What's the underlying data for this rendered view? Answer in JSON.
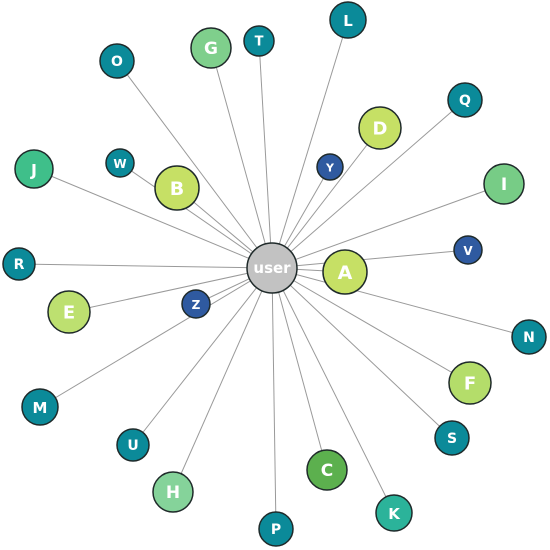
{
  "graph": {
    "center": {
      "label": "user",
      "color": "#c2c2c2"
    },
    "palette": {
      "teal": "#0b8a99",
      "navy": "#2f5aa0",
      "lime": "#c6e065",
      "green_light": "#7fcf8c",
      "green_mid": "#3fbf8a",
      "green_dark": "#5cb04e"
    },
    "nodes": [
      {
        "label": "A",
        "color": "#c6e065"
      },
      {
        "label": "B",
        "color": "#c6e065"
      },
      {
        "label": "C",
        "color": "#5cb04e"
      },
      {
        "label": "D",
        "color": "#c6e065"
      },
      {
        "label": "E",
        "color": "#bde070"
      },
      {
        "label": "F",
        "color": "#b4dd6a"
      },
      {
        "label": "G",
        "color": "#7fcf8c"
      },
      {
        "label": "H",
        "color": "#85d39a"
      },
      {
        "label": "I",
        "color": "#77cc86"
      },
      {
        "label": "J",
        "color": "#3fbf8a"
      },
      {
        "label": "K",
        "color": "#2bb39a"
      },
      {
        "label": "L",
        "color": "#0b8a99"
      },
      {
        "label": "M",
        "color": "#0b8a99"
      },
      {
        "label": "N",
        "color": "#0b8a99"
      },
      {
        "label": "O",
        "color": "#0b8a99"
      },
      {
        "label": "P",
        "color": "#0b8a99"
      },
      {
        "label": "Q",
        "color": "#0b8a99"
      },
      {
        "label": "R",
        "color": "#0b8a99"
      },
      {
        "label": "S",
        "color": "#0b8a99"
      },
      {
        "label": "T",
        "color": "#0b8a99"
      },
      {
        "label": "U",
        "color": "#0b8a99"
      },
      {
        "label": "V",
        "color": "#2f5aa0"
      },
      {
        "label": "W",
        "color": "#0b8a99"
      },
      {
        "label": "Y",
        "color": "#2f5aa0"
      },
      {
        "label": "Z",
        "color": "#2f5aa0"
      }
    ]
  }
}
